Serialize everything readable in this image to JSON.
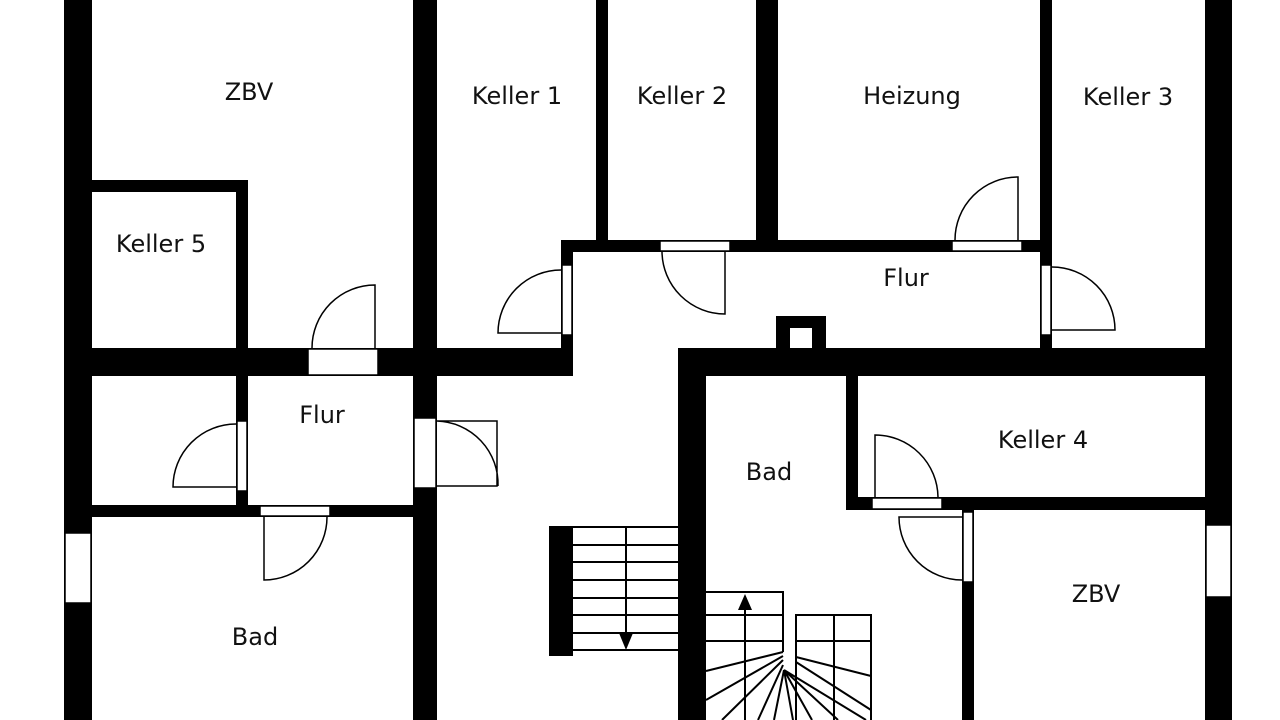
{
  "rooms": {
    "zbv_top": "ZBV",
    "keller1": "Keller 1",
    "keller2": "Keller 2",
    "heizung": "Heizung",
    "keller3": "Keller 3",
    "keller5": "Keller 5",
    "flur_top": "Flur",
    "flur_left": "Flur",
    "bad_left": "Bad",
    "bad_center": "Bad",
    "keller4": "Keller 4",
    "zbv_bottom": "ZBV"
  },
  "colors": {
    "wall": "#000000",
    "background": "#ffffff"
  }
}
